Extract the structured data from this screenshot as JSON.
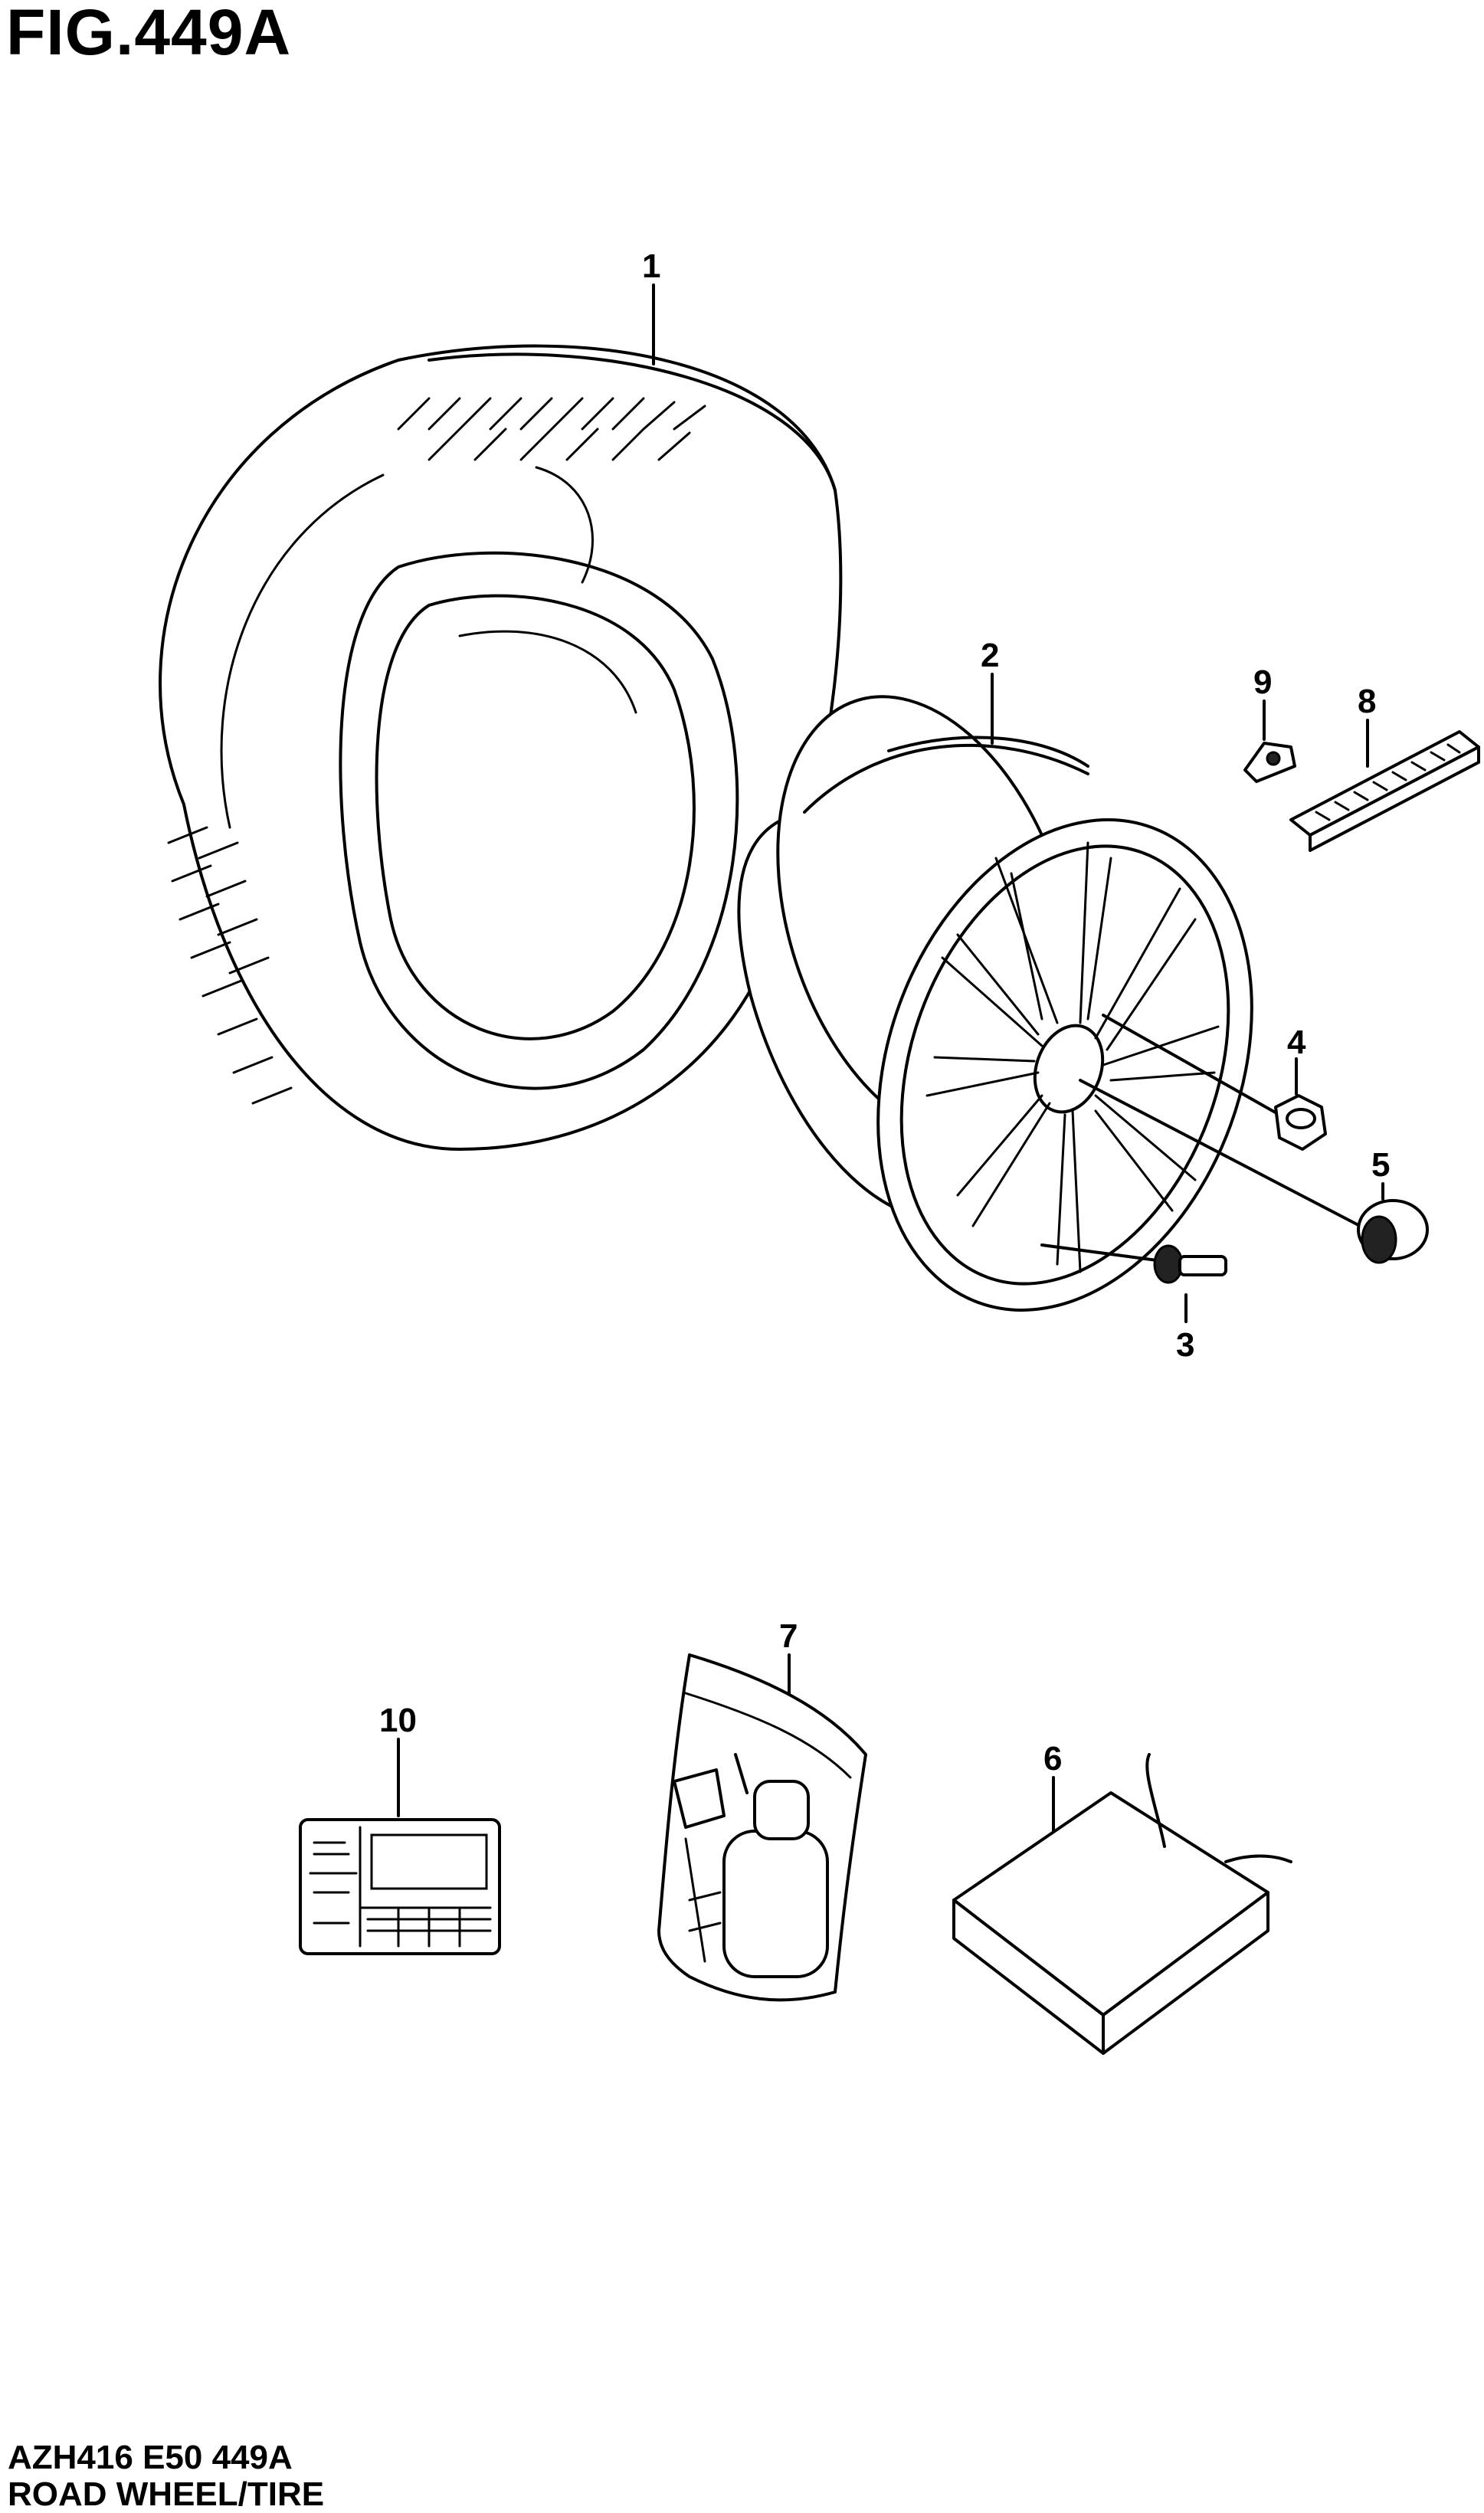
{
  "figure": {
    "label": "FIG.449A"
  },
  "footer": {
    "code": "AZH416 E50 449A",
    "title": "ROAD WHEEL/TIRE"
  },
  "callouts": [
    {
      "id": "1",
      "label": "1"
    },
    {
      "id": "2",
      "label": "2"
    },
    {
      "id": "3",
      "label": "3"
    },
    {
      "id": "4",
      "label": "4"
    },
    {
      "id": "5",
      "label": "5"
    },
    {
      "id": "6",
      "label": "6"
    },
    {
      "id": "7",
      "label": "7"
    },
    {
      "id": "8",
      "label": "8"
    },
    {
      "id": "9",
      "label": "9"
    },
    {
      "id": "10",
      "label": "10"
    }
  ]
}
